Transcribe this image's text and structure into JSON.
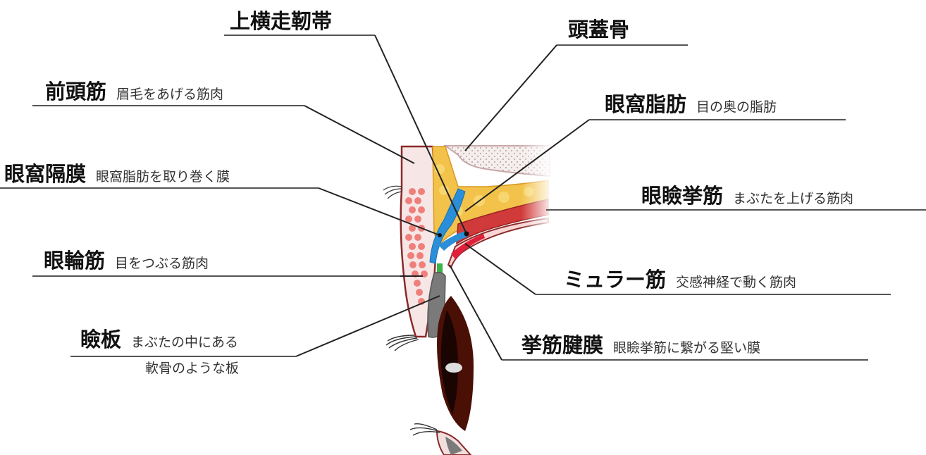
{
  "labels": {
    "joukousou_jintai": {
      "title": "上横走靭帯"
    },
    "tougaikotsu": {
      "title": "頭蓋骨"
    },
    "zentoukin": {
      "title": "前頭筋",
      "desc": "眉毛をあげる筋肉"
    },
    "gankashibou": {
      "title": "眼窩脂肪",
      "desc": "目の奥の脂肪"
    },
    "gankakakumaku": {
      "title": "眼窩隔膜",
      "desc": "眼窩脂肪を取り巻く膜"
    },
    "ganken_kyokin": {
      "title": "眼瞼挙筋",
      "desc": "まぶたを上げる筋肉"
    },
    "ganrinkin": {
      "title": "眼輪筋",
      "desc": "目をつぶる筋肉"
    },
    "muller_kin": {
      "title": "ミュラー筋",
      "desc": "交感神経で動く筋肉"
    },
    "kenban": {
      "title": "瞼板",
      "desc_line1": "まぶたの中にある",
      "desc_line2": "軟骨のような板"
    },
    "kyokin_kenmaku": {
      "title": "挙筋腱膜",
      "desc": "眼瞼挙筋に繋がる堅い膜"
    }
  },
  "colors": {
    "muscle_red": "#d13a3a",
    "fat_yellow": "#f2c24a",
    "septum_blue": "#2a8fd8",
    "bone_pink": "#f3d6d6",
    "tarsus_gray": "#7a7a7a",
    "iris_brown": "#4a0f05",
    "leader_line": "#222222",
    "underline": "#555555"
  }
}
